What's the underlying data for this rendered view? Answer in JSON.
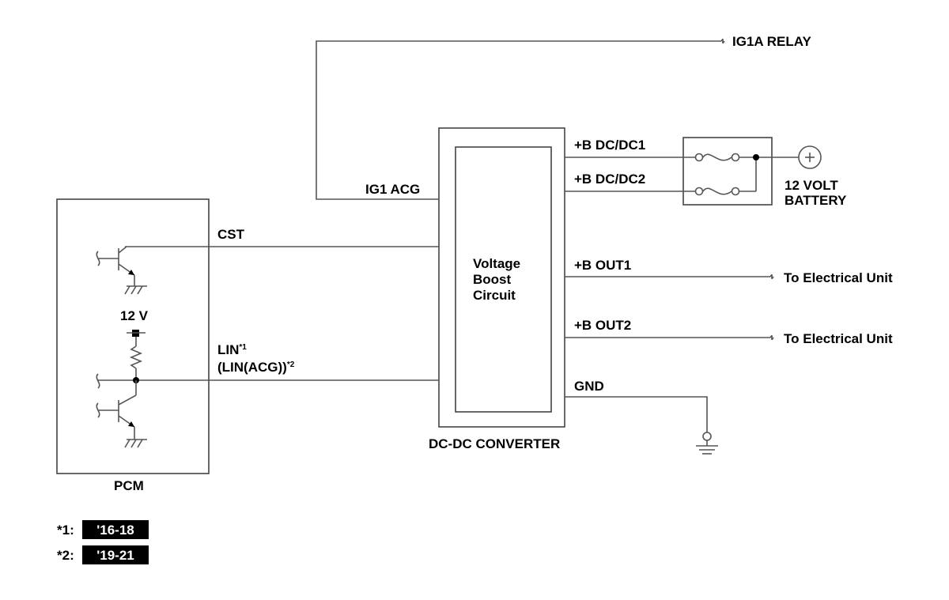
{
  "labels": {
    "ig1a_relay": "IG1A RELAY",
    "ig1_acg": "IG1 ACG",
    "b_dcdc1": "+B DC/DC1",
    "b_dcdc2": "+B DC/DC2",
    "battery_line1": "12 VOLT",
    "battery_line2": "BATTERY",
    "cst": "CST",
    "booster_line1": "Voltage",
    "booster_line2": "Boost",
    "booster_line3": "Circuit",
    "b_out1": "+B OUT1",
    "b_out2": "+B OUT2",
    "to_unit_1": "To Electrical Unit",
    "to_unit_2": "To Electrical Unit",
    "twelve_v": "12 V",
    "lin": "LIN",
    "lin_sup": "*1",
    "lin_acg": "(LIN(ACG))",
    "lin_acg_sup": "*2",
    "gnd": "GND",
    "dcdc_converter": "DC-DC CONVERTER",
    "pcm": "PCM"
  },
  "footnotes": [
    {
      "marker": "*1:",
      "badge": "'16-18"
    },
    {
      "marker": "*2:",
      "badge": "'19-21"
    }
  ],
  "colors": {
    "wire": "#555555",
    "text": "#000000",
    "badge_bg": "#000000",
    "badge_text": "#ffffff"
  }
}
